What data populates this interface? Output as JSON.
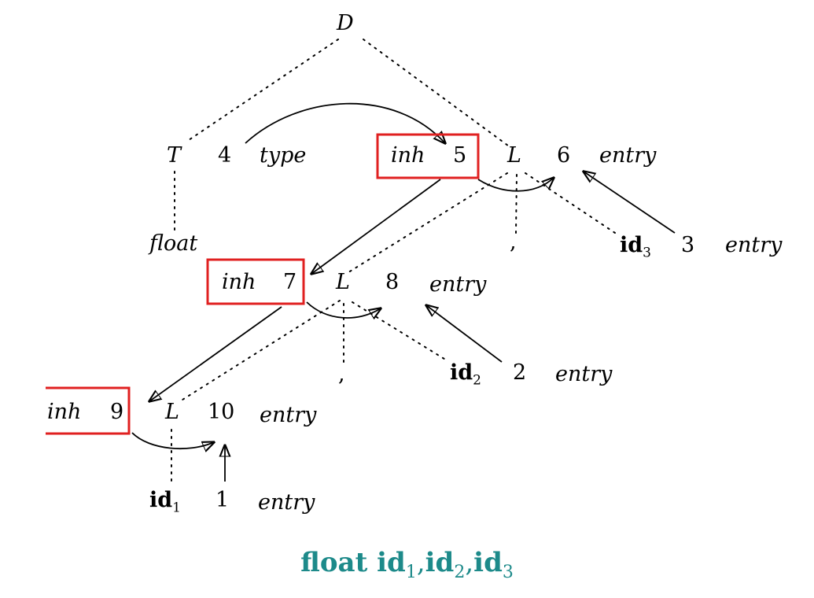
{
  "colors": {
    "highlight": "#e02020",
    "caption": "#1d8a8a",
    "line": "#000000"
  },
  "nodes": {
    "D": "D",
    "T": "T",
    "n4": "4",
    "type": "type",
    "inh5": "inh",
    "n5": "5",
    "L6": "L",
    "n6": "6",
    "entry6": "entry",
    "float": "float",
    "comma1": ",",
    "id3": "id",
    "id3_sub": "3",
    "n3": "3",
    "entry3": "entry",
    "inh7": "inh",
    "n7": "7",
    "L8": "L",
    "n8": "8",
    "entry8": "entry",
    "comma2": ",",
    "id2": "id",
    "id2_sub": "2",
    "n2": "2",
    "entry2": "entry",
    "inh9": "inh",
    "n9": "9",
    "L10": "L",
    "n10": "10",
    "entry10": "entry",
    "id1": "id",
    "id1_sub": "1",
    "n1": "1",
    "entry1": "entry"
  },
  "caption": {
    "kw": "float",
    "ids": [
      {
        "name": "id",
        "sub": "1"
      },
      {
        "name": "id",
        "sub": "2"
      },
      {
        "name": "id",
        "sub": "3"
      }
    ],
    "separator": ","
  }
}
